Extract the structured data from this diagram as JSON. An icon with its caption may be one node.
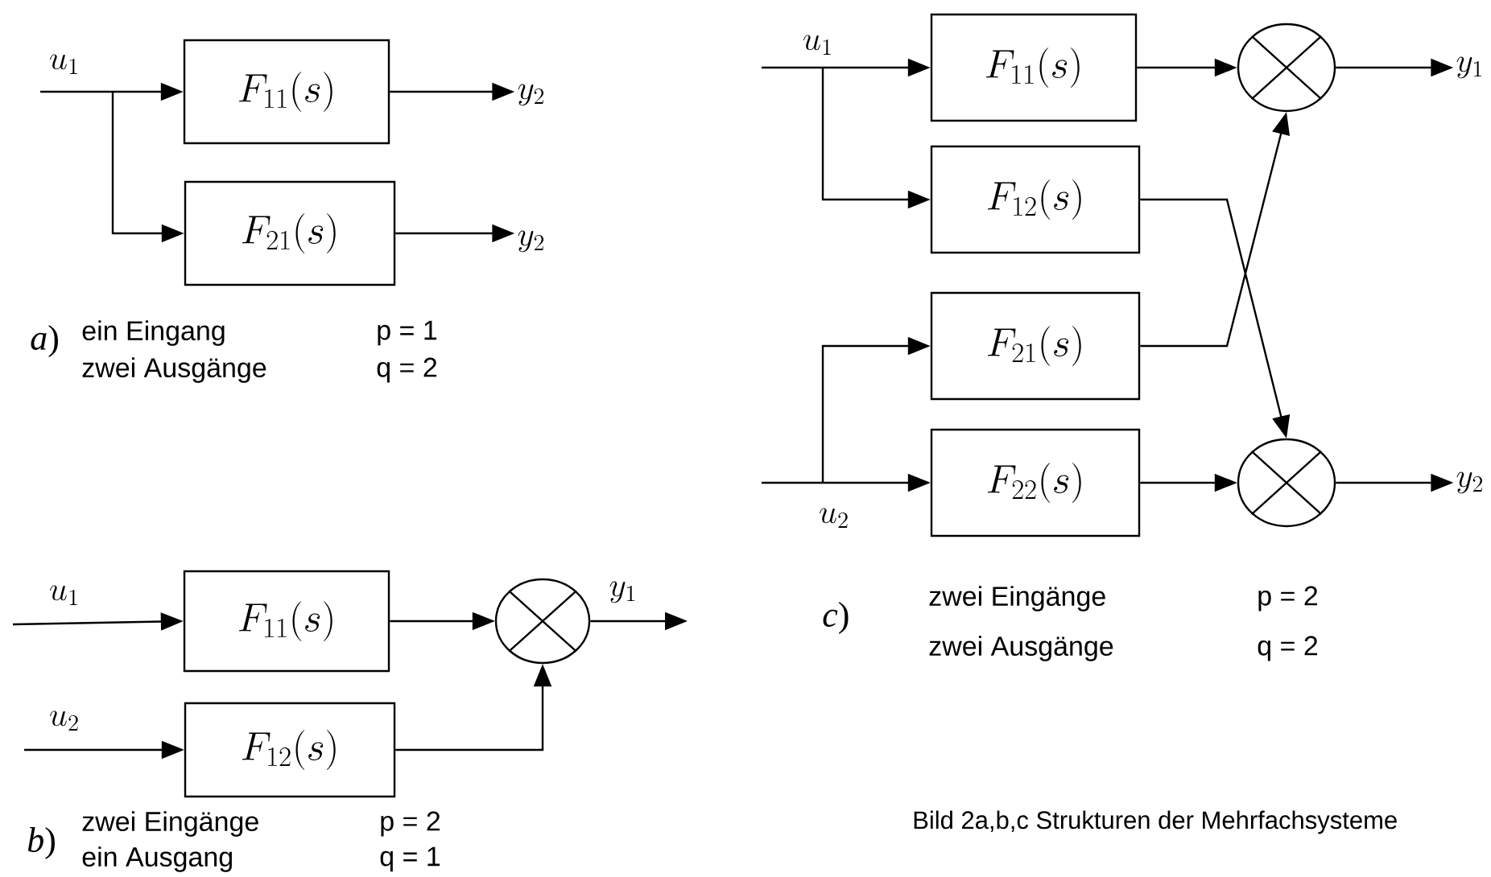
{
  "diagram": {
    "caption": "Bild 2a,b,c Strukturen der Mehrfachsysteme",
    "nodes": [
      {
        "text": [
          "u_1"
        ]
      },
      {
        "text": [
          "F_{11}(s)"
        ]
      },
      {
        "text": [
          "F_{21}(s)"
        ]
      },
      {
        "text": [
          "y_2"
        ]
      },
      {
        "text": [
          "y_2"
        ]
      },
      {
        "text": [
          "u_1"
        ]
      },
      {
        "text": [
          "F_{11}(s)"
        ]
      },
      {
        "text": [
          "u_2"
        ]
      },
      {
        "text": [
          "F_{12}(s)"
        ]
      },
      {
        "text": [],
        "shape": "circle"
      },
      {
        "text": [
          "y_1"
        ]
      },
      {
        "text": [
          "u_1"
        ]
      },
      {
        "text": [
          "F_{11}(s)"
        ]
      },
      {
        "text": [
          "F_{12}(s)"
        ]
      },
      {
        "text": [
          "u_2"
        ]
      },
      {
        "text": [
          "F_{21}(s)"
        ]
      },
      {
        "text": [
          "F_{22}(s)"
        ]
      },
      {
        "text": [],
        "shape": "circle"
      },
      {
        "text": [
          "y_1"
        ]
      },
      {
        "text": [],
        "shape": "circle"
      },
      {
        "text": [
          "y_2"
        ]
      }
    ],
    "edges": [
      {
        "from": 0,
        "to": 1,
        "arrow": "to"
      },
      {
        "from": 0,
        "to": 2,
        "arrow": "to"
      },
      {
        "from": 1,
        "to": 3,
        "arrow": "to"
      },
      {
        "from": 2,
        "to": 4,
        "arrow": "to"
      },
      {
        "from": 5,
        "to": 6,
        "arrow": "to"
      },
      {
        "from": 7,
        "to": 8,
        "arrow": "to"
      },
      {
        "from": 6,
        "to": 9,
        "arrow": "to"
      },
      {
        "from": 8,
        "to": 9,
        "arrow": "to"
      },
      {
        "from": 9,
        "to": 10,
        "arrow": "to"
      },
      {
        "from": 11,
        "to": 12,
        "arrow": "to"
      },
      {
        "from": 11,
        "to": 13,
        "arrow": "to"
      },
      {
        "from": 14,
        "to": 15,
        "arrow": "to"
      },
      {
        "from": 14,
        "to": 16,
        "arrow": "to"
      },
      {
        "from": 12,
        "to": 17,
        "arrow": "to"
      },
      {
        "from": 13,
        "to": 19,
        "arrow": "to"
      },
      {
        "from": 15,
        "to": 17,
        "arrow": "to"
      },
      {
        "from": 16,
        "to": 19,
        "arrow": "to"
      },
      {
        "from": 17,
        "to": 18,
        "arrow": "to"
      },
      {
        "from": 19,
        "to": 20,
        "arrow": "to"
      }
    ],
    "labels": [
      "*a*)",
      "ein Eingang",
      "p = 1",
      "zwei Ausgänge",
      "q = 2",
      "*c*)",
      "zwei Eingänge",
      "p = 2",
      "zwei Ausgänge",
      "q = 2",
      "*b*)",
      "zwei Eingänge",
      "p = 2",
      "ein Ausgang",
      "q = 1"
    ]
  }
}
